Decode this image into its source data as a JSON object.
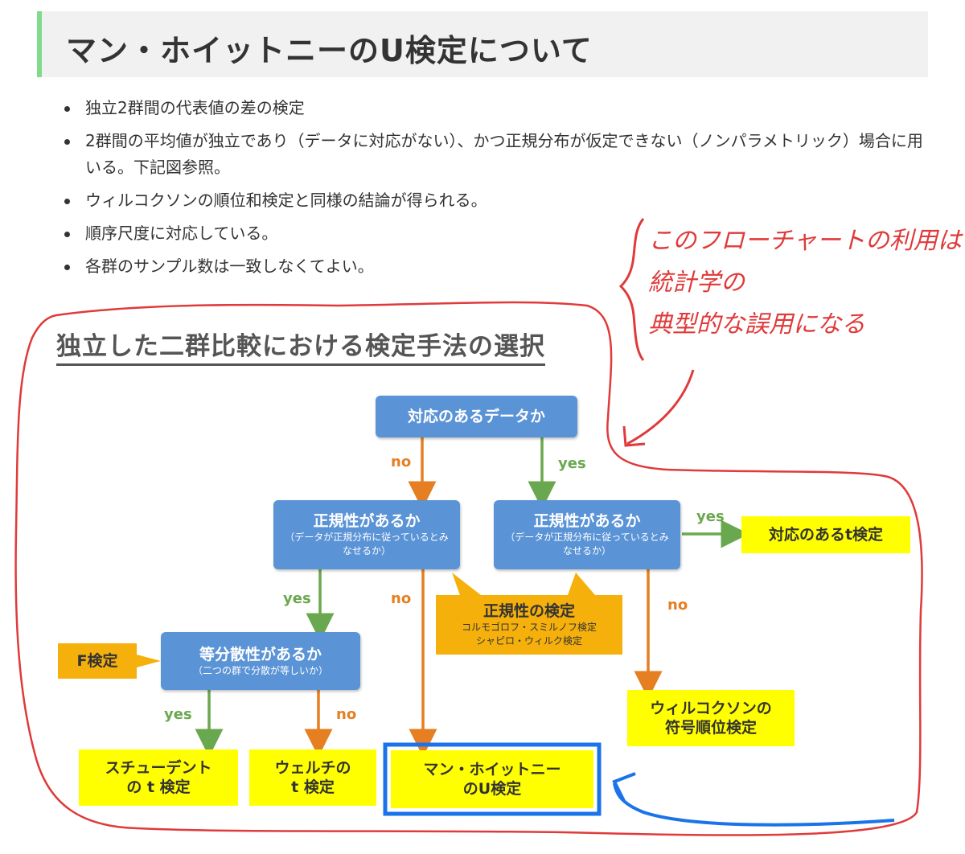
{
  "heading": {
    "title": "マン・ホイットニーのU検定について"
  },
  "bullets": [
    "独立2群間の代表値の差の検定",
    "2群間の平均値が独立であり（データに対応がない）、かつ正規分布が仮定できない（ノンパラメトリック）場合に用いる。下記図参照。",
    "ウィルコクソンの順位和検定と同様の結論が得られる。",
    "順序尺度に対応している。",
    "各群のサンプル数は一致しなくてよい。"
  ],
  "chart": {
    "title": "独立した二群比較における検定手法の選択",
    "nodes": {
      "paired_q": {
        "main": "対応のあるデータか"
      },
      "normal_left": {
        "main": "正規性があるか",
        "sub": "（データが正規分布に従っているとみなせるか）"
      },
      "normal_right": {
        "main": "正規性があるか",
        "sub": "（データが正規分布に従っているとみなせるか）"
      },
      "paired_t": {
        "main": "対応のあるt検定"
      },
      "normality_test": {
        "main": "正規性の検定",
        "sub1": "コルモゴロフ・スミルノフ検定",
        "sub2": "シャピロ・ウィルク検定"
      },
      "equal_var": {
        "main": "等分散性があるか",
        "sub": "（二つの群で分散が等しいか）"
      },
      "f_test": {
        "main": "F検定"
      },
      "wilcoxon_signed": {
        "main1": "ウィルコクソンの",
        "main2": "符号順位検定"
      },
      "student_t": {
        "main1": "スチューデント",
        "main2": "の t 検定"
      },
      "welch_t": {
        "main1": "ウェルチの",
        "main2": "t 検定"
      },
      "mann_whitney": {
        "main1": "マン・ホイットニー",
        "main2": "のU検定"
      }
    },
    "labels": {
      "yes": "yes",
      "no": "no"
    },
    "colors": {
      "box_blue": "#5a93d6",
      "box_yellow": "#ffff00",
      "box_orange": "#f5b00c",
      "yes_green": "#6aa84f",
      "no_orange": "#e67e22",
      "ink_red": "#e03a3a",
      "ink_blue": "#1a73e8"
    }
  },
  "annotation": {
    "line1": "このフローチャートの利用は",
    "line2": "統計学の",
    "line3": "典型的な誤用になる"
  }
}
